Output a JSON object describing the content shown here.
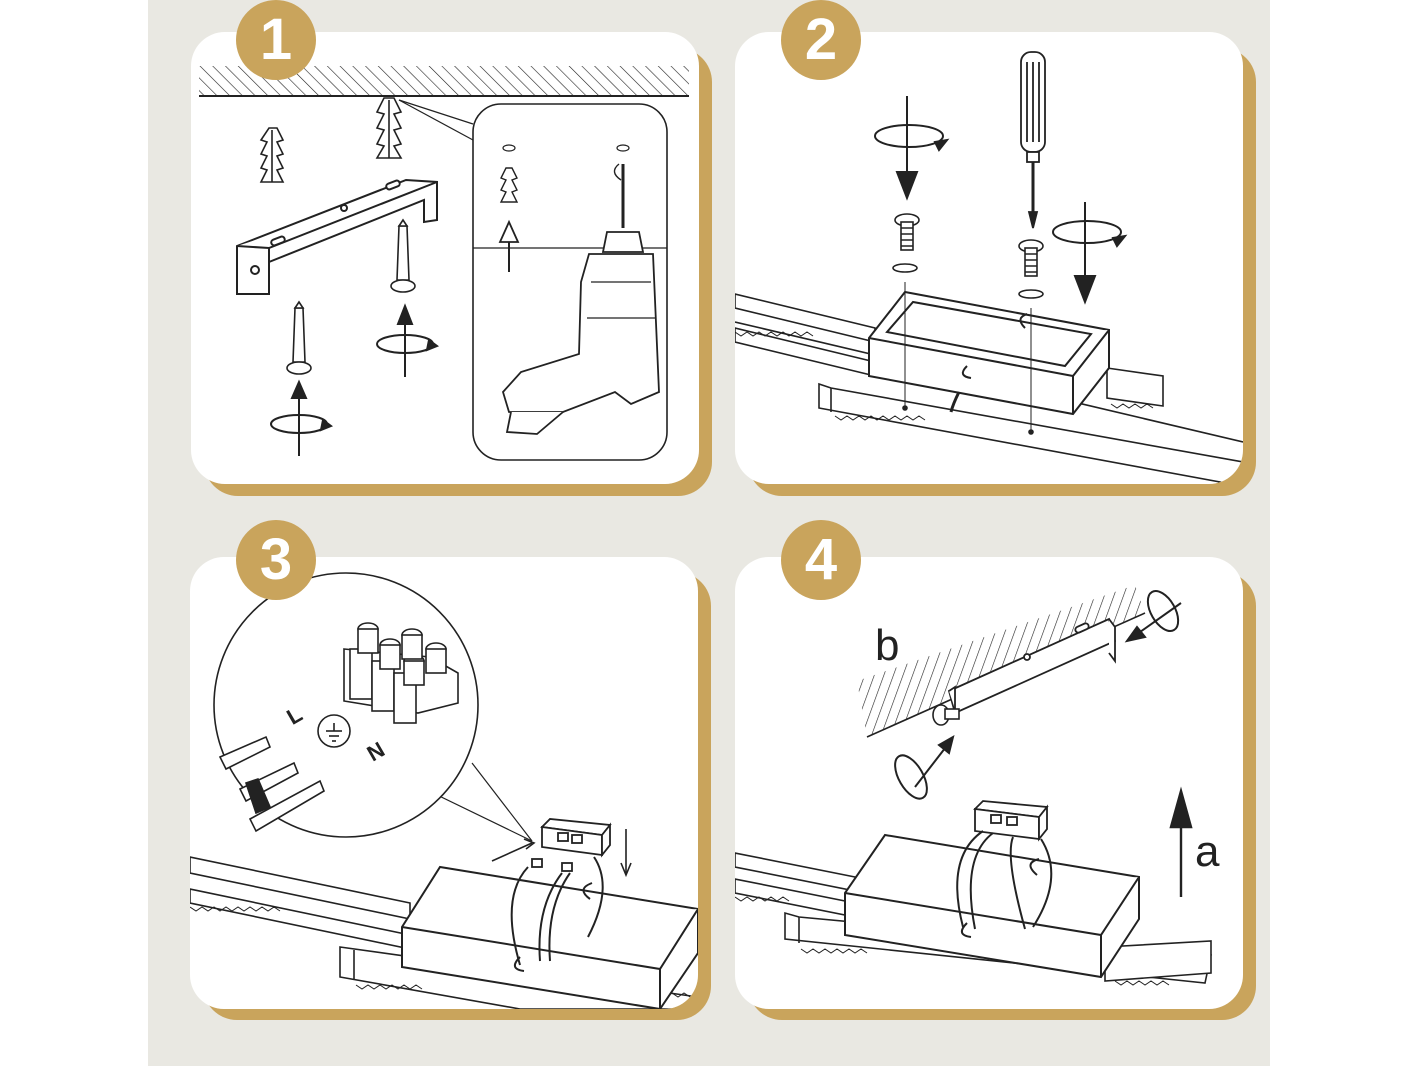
{
  "steps": [
    {
      "number": "1"
    },
    {
      "number": "2"
    },
    {
      "number": "3",
      "wire_labels": {
        "live": "L",
        "neutral": "N"
      }
    },
    {
      "number": "4",
      "arrow_labels": {
        "lift": "a",
        "fasten": "b"
      }
    }
  ],
  "colors": {
    "accent": "#c9a45c",
    "backdrop": "#e9e8e2",
    "panel": "#ffffff",
    "line": "#222222"
  },
  "icons": [
    "rotation-arrow-icon",
    "direction-arrow-icon",
    "earth-symbol-icon"
  ]
}
